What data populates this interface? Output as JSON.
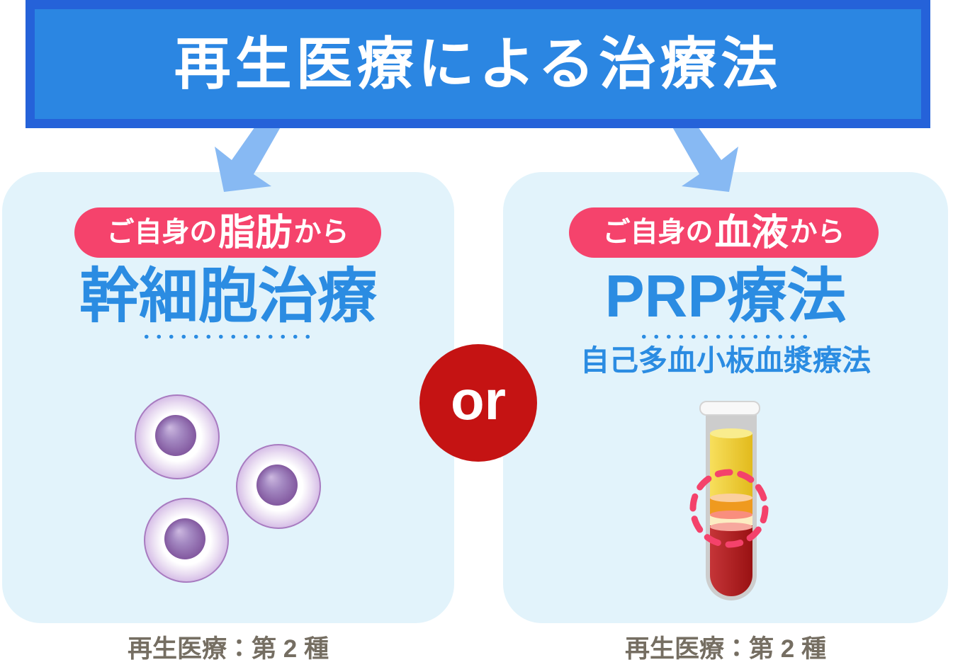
{
  "banner": {
    "title": "再生医療による治療法"
  },
  "or_divider": {
    "label": "or"
  },
  "left_card": {
    "badge": {
      "prefix": "ご自身の",
      "emphasis": "脂肪",
      "suffix": "から"
    },
    "title": "幹細胞治療",
    "illustration": "stem-cells-illustration",
    "caption": "再生医療：第 2 種"
  },
  "right_card": {
    "badge": {
      "prefix": "ご自身の",
      "emphasis": "血液",
      "suffix": "から"
    },
    "title": "PRP療法",
    "subtitle": "自己多血小板血漿療法",
    "illustration": "prp-test-tube-illustration",
    "caption": "再生医療：第 2 種"
  },
  "colors": {
    "banner_bg": "#2b86e2",
    "banner_border": "#2562d9",
    "arrow_blue": "#87b9f3",
    "card_bg": "#e2f3fb",
    "badge_pink": "#f5436c",
    "accent_blue": "#2b8ce2",
    "or_red": "#c51313",
    "caption_gray": "#756e62",
    "cell_purple_border": "#a87bc0",
    "plasma_yellow": "#f3d945",
    "buffy_coat_orange": "#ef9a1f",
    "rbc_red": "#a51616",
    "dashed_circle_pink": "#f4426b"
  }
}
